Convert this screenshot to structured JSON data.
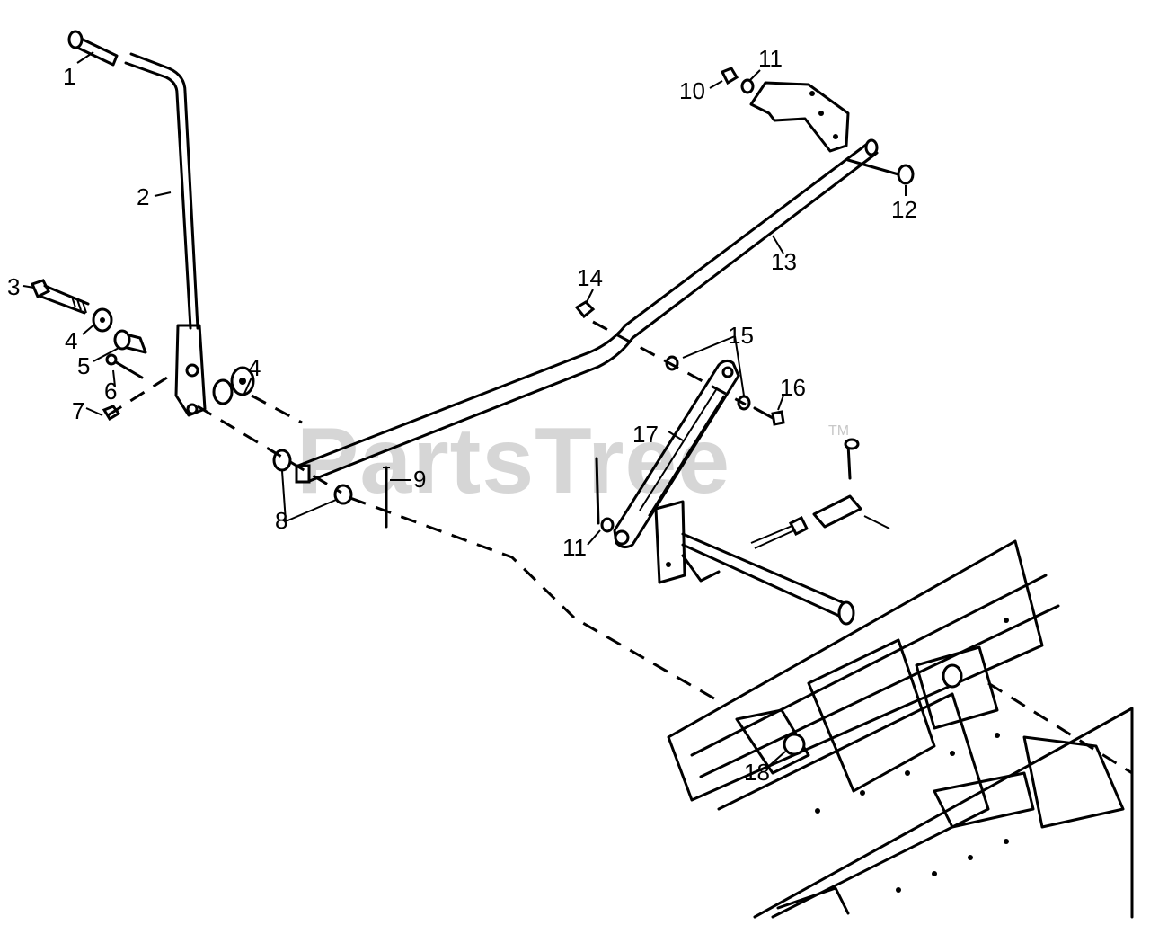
{
  "watermark": {
    "text": "PartsTree",
    "mark": "TM"
  },
  "callouts": [
    {
      "id": "c1",
      "label": "1"
    },
    {
      "id": "c2",
      "label": "2"
    },
    {
      "id": "c3",
      "label": "3"
    },
    {
      "id": "c4a",
      "label": "4"
    },
    {
      "id": "c4b",
      "label": "4"
    },
    {
      "id": "c5",
      "label": "5"
    },
    {
      "id": "c6",
      "label": "6"
    },
    {
      "id": "c7",
      "label": "7"
    },
    {
      "id": "c8",
      "label": "8"
    },
    {
      "id": "c9",
      "label": "9"
    },
    {
      "id": "c10",
      "label": "10"
    },
    {
      "id": "c11a",
      "label": "11"
    },
    {
      "id": "c11b",
      "label": "11"
    },
    {
      "id": "c12",
      "label": "12"
    },
    {
      "id": "c13",
      "label": "13"
    },
    {
      "id": "c14",
      "label": "14"
    },
    {
      "id": "c15",
      "label": "15"
    },
    {
      "id": "c16",
      "label": "16"
    },
    {
      "id": "c17",
      "label": "17"
    },
    {
      "id": "c18",
      "label": "18"
    }
  ]
}
